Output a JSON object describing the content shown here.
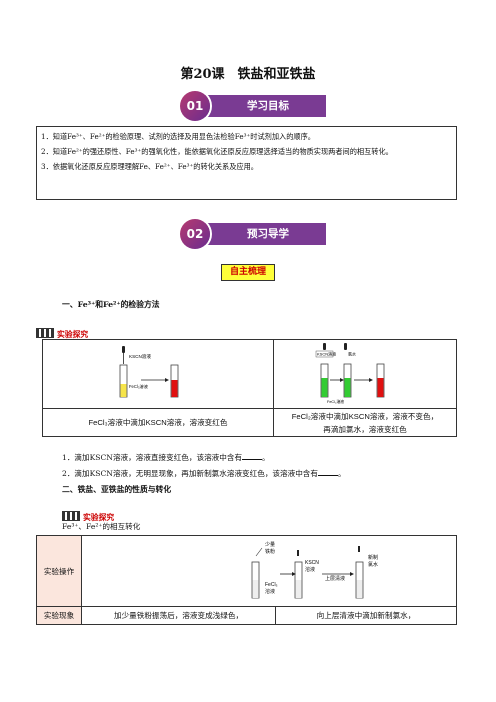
{
  "title": "第20课　铁盐和亚铁盐",
  "banner1": {
    "num": "01",
    "label": "学习目标"
  },
  "objectives": [
    "1．知道Fe³⁺、Fe²⁺的检验原理、试剂的选择及用显色法检验Fe³⁺时试剂加入的顺序。",
    "2．知道Fe²⁺的强还原性、Fe³⁺的强氧化性，能依据氧化还原反应原理选择适当的物质实现两者间的相互转化。",
    "3．依据氧化还原反应原理理解Fe、Fe²⁺、Fe³⁺的转化关系及应用。"
  ],
  "banner2": {
    "num": "02",
    "label": "预习导学"
  },
  "tag": "自主梳理",
  "section1": {
    "heading": "一、Fe³⁺和Fe²⁺的检验方法",
    "lab": "实验探究"
  },
  "table1": {
    "left_img": {
      "reagent": "KSCN溶液",
      "solution": "FeCl₃溶液"
    },
    "right_img": {
      "reagent1": "KSCN溶液",
      "reagent2": "氯水",
      "solution": "FeCl₂溶液"
    },
    "left_caption": "FeCl₃溶液中滴加KSCN溶液，溶液变红色",
    "right_caption_1": "FeCl₂溶液中滴加KSCN溶液，溶液不变色，",
    "right_caption_2": "再滴加氯水，溶液变红色"
  },
  "q1": {
    "before": "1．滴加KSCN溶液，溶液直接变红色，该溶液中含有",
    "after": "。"
  },
  "q2": {
    "before": "2．滴加KSCN溶液，无明显现象，再加新制氯水溶液变红色，该溶液中含有",
    "after": "。"
  },
  "section2": {
    "heading": "二、铁盐、亚铁盐的性质与转化",
    "lab": "实验探究",
    "sub": "Fe³⁺、Fe²⁺的相互转化"
  },
  "table2": {
    "op_label": "实验操作",
    "phen_label": "实验现象",
    "img": {
      "a": "少量",
      "b": "铁粉",
      "c": "FeCl₃",
      "d": "溶液",
      "e": "KSCN",
      "f": "溶液",
      "g": "上层清液",
      "h": "新制",
      "i": "氯水"
    },
    "phen1": "加少量铁粉振荡后，溶液变成浅绿色，",
    "phen2": "向上层清液中滴加新制氯水，"
  },
  "colors": {
    "banner": "#7a3b93",
    "tag_bg": "#ffff3a",
    "red": "#cc0000",
    "green": "#33cc33"
  }
}
